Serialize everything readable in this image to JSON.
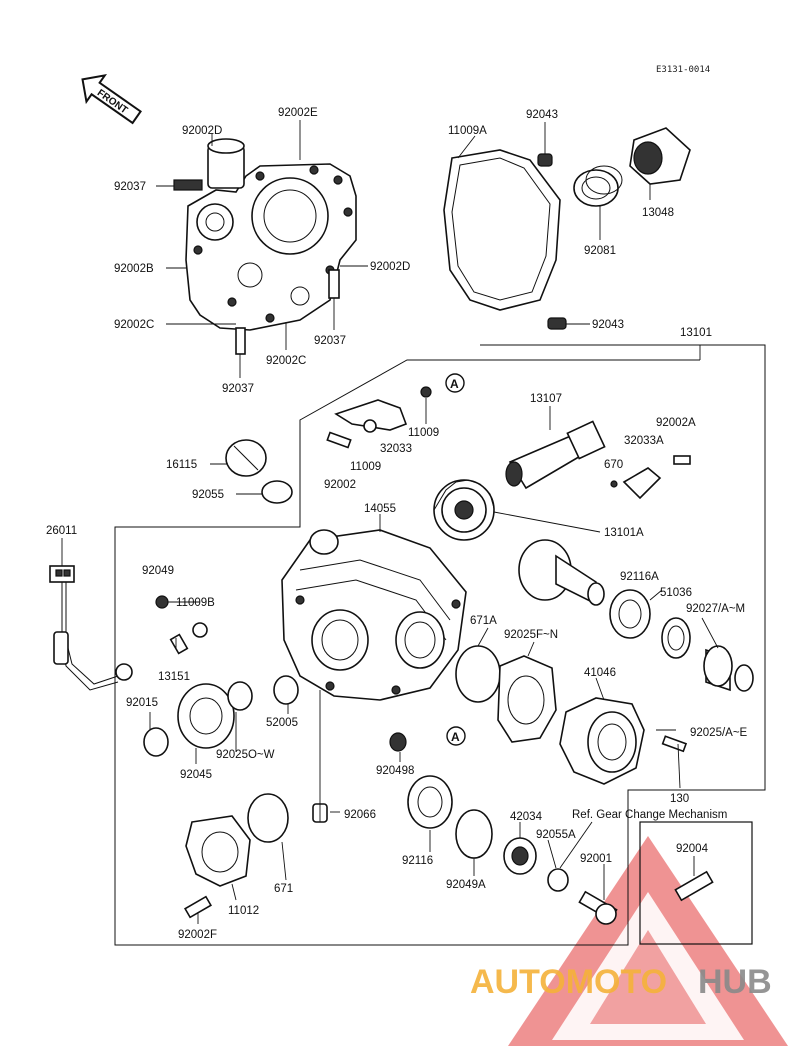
{
  "reference_code": "E3131-0014",
  "front_arrow_label": "FRONT",
  "marker_a": "A",
  "ref_note": "Ref. Gear Change Mechanism",
  "watermark": {
    "part1": "AUTOMOTO",
    "part2": "HUB",
    "color1": "#f5b23a",
    "color2": "#8a8a8a",
    "triangle_color": "#e23b3b"
  },
  "labels": {
    "l92002E": "92002E",
    "l92002D_top": "92002D",
    "l92037_a": "92037",
    "l92002B": "92002B",
    "l92002D_right": "92002D",
    "l92002C_left": "92002C",
    "l92037_b": "92037",
    "l92002C_bottom": "92002C",
    "l92037_c": "92037",
    "l11009A": "11009A",
    "l92043_top": "92043",
    "l92043_bottom": "92043",
    "l13048": "13048",
    "l92081": "92081",
    "l13101": "13101",
    "l13107": "13107",
    "l11009_a": "11009",
    "l32033": "32033",
    "l11009_b": "11009",
    "l92002": "92002",
    "l92002A": "92002A",
    "l32033A": "32033A",
    "l670": "670",
    "l16115": "16115",
    "l92055": "92055",
    "l14055": "14055",
    "l13101A": "13101A",
    "l26011": "26011",
    "l92049": "92049",
    "l11009B": "11009B",
    "l92116A": "92116A",
    "l51036": "51036",
    "l92027": "92027/A~M",
    "l671A": "671A",
    "l92025F": "92025F~N",
    "l13151": "13151",
    "l41046": "41046",
    "l92015": "92015",
    "l52005": "52005",
    "l92025O": "92025O~W",
    "l92025A": "92025/A~E",
    "l92045": "92045",
    "l920498": "920498",
    "l130": "130",
    "l92066": "92066",
    "l42034": "42034",
    "l92055A": "92055A",
    "l92001": "92001",
    "l92004": "92004",
    "l92116": "92116",
    "l92049A": "92049A",
    "l671": "671",
    "l11012": "11012",
    "l92002F": "92002F"
  }
}
